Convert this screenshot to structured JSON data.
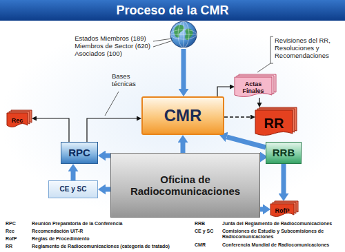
{
  "diagram": {
    "title": "Proceso de la CMR",
    "nodes": [
      {
        "text": [
          "CMR"
        ]
      },
      {
        "text": [
          "Actas Finales"
        ]
      },
      {
        "text": [
          "RR"
        ]
      },
      {
        "text": [
          "Rec"
        ]
      },
      {
        "text": [
          "RPC"
        ]
      },
      {
        "text": [
          "Oficina de Radiocomunicaciones"
        ]
      },
      {
        "text": [
          "RRB"
        ]
      },
      {
        "text": [
          "CE y SC"
        ]
      },
      {
        "text": [
          "RofP"
        ]
      }
    ],
    "edges": [
      {
        "from": 0,
        "to": 1,
        "arrow": "to"
      },
      {
        "from": 1,
        "to": 2,
        "arrow": "to"
      },
      {
        "from": 0,
        "to": 2,
        "arrow": "to"
      },
      {
        "from": 4,
        "to": 3,
        "arrow": "to"
      },
      {
        "from": 4,
        "to": 0,
        "arrow": "to"
      },
      {
        "from": 5,
        "to": 0,
        "arrow": "to"
      },
      {
        "from": 5,
        "to": 4,
        "arrow": "to"
      },
      {
        "from": 5,
        "to": 7,
        "arrow": "to"
      },
      {
        "from": 7,
        "to": 4,
        "arrow": "to"
      },
      {
        "from": 5,
        "to": 6,
        "arrow": "to"
      },
      {
        "from": 6,
        "to": 0,
        "arrow": "to"
      },
      {
        "from": 6,
        "to": 8,
        "arrow": "to"
      },
      {
        "from": 5,
        "to": 8,
        "arrow": "to"
      }
    ],
    "labels": [
      "Estados Miembros (189)",
      "Miembros de Sector (620)",
      "Asociados (100)",
      "Bases técnicas",
      "Revisiones del RR, Resoluciones y Recomendaciones",
      "RPC",
      "Reunión Preparatoria de la Conferencia",
      "Rec",
      "Recomendación UIT-R",
      "RofP",
      "Reglas de Procedimiento",
      "RR",
      "Reglamento de Radiocomunicaciones (categoría de tratado)",
      "RRB",
      "Junta del Reglamento de Radiocomunicaciones",
      "CE y SC",
      "Comisiones de Estudio y Subcomisiones de Radiocomunicaciones",
      "CMR",
      "Conferencia Mundial de Radiocomunicaciones"
    ]
  }
}
